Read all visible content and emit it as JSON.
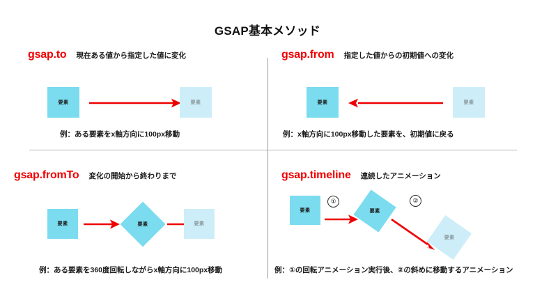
{
  "page": {
    "title": "GSAP基本メソッド",
    "background_color": "#ffffff",
    "accent_color": "#f00000",
    "shape_color": "#7adcee",
    "shape_faded_color": "#cdeef8",
    "divider_color": "#b4b4b4"
  },
  "quadrants": [
    {
      "id": "gsap-to",
      "method": "gsap.to",
      "description": "現在ある値から指定した値に変化",
      "caption": "例：ある要素をx軸方向に100px移動",
      "shapes": [
        {
          "label": "要素",
          "state": "solid",
          "form": "square"
        },
        {
          "label": "要素",
          "state": "faded",
          "form": "square"
        }
      ],
      "arrows": [
        {
          "direction": "right",
          "color": "#ee0000"
        }
      ]
    },
    {
      "id": "gsap-from",
      "method": "gsap.from",
      "description": "指定した値からの初期値への変化",
      "caption": "例：x軸方向に100px移動した要素を、初期値に戻る",
      "shapes": [
        {
          "label": "要素",
          "state": "solid",
          "form": "square"
        },
        {
          "label": "要素",
          "state": "faded",
          "form": "square"
        }
      ],
      "arrows": [
        {
          "direction": "left",
          "color": "#ee0000"
        }
      ]
    },
    {
      "id": "gsap-fromto",
      "method": "gsap.fromTo",
      "description": "変化の開始から終わりまで",
      "caption": "例：ある要素を360度回転しながらx軸方向に100px移動",
      "shapes": [
        {
          "label": "要素",
          "state": "solid",
          "form": "square"
        },
        {
          "label": "要素",
          "state": "solid",
          "form": "diamond"
        },
        {
          "label": "要素",
          "state": "faded",
          "form": "square"
        }
      ],
      "arrows": [
        {
          "direction": "right",
          "color": "#ee0000"
        },
        {
          "direction": "right",
          "color": "#ee0000"
        }
      ]
    },
    {
      "id": "gsap-timeline",
      "method": "gsap.timeline",
      "description": "連続したアニメーション",
      "caption": "例：①の回転アニメーション実行後、②の斜めに移動するアニメーション",
      "shapes": [
        {
          "label": "要素",
          "state": "solid",
          "form": "square"
        },
        {
          "label": "要素",
          "state": "solid",
          "form": "diamond"
        },
        {
          "label": "要素",
          "state": "faded",
          "form": "diamond"
        }
      ],
      "arrows": [
        {
          "direction": "right",
          "color": "#ee0000",
          "step": "①"
        },
        {
          "direction": "down-right",
          "color": "#ee0000",
          "step": "②"
        }
      ],
      "step_markers": [
        "①",
        "②"
      ]
    }
  ]
}
